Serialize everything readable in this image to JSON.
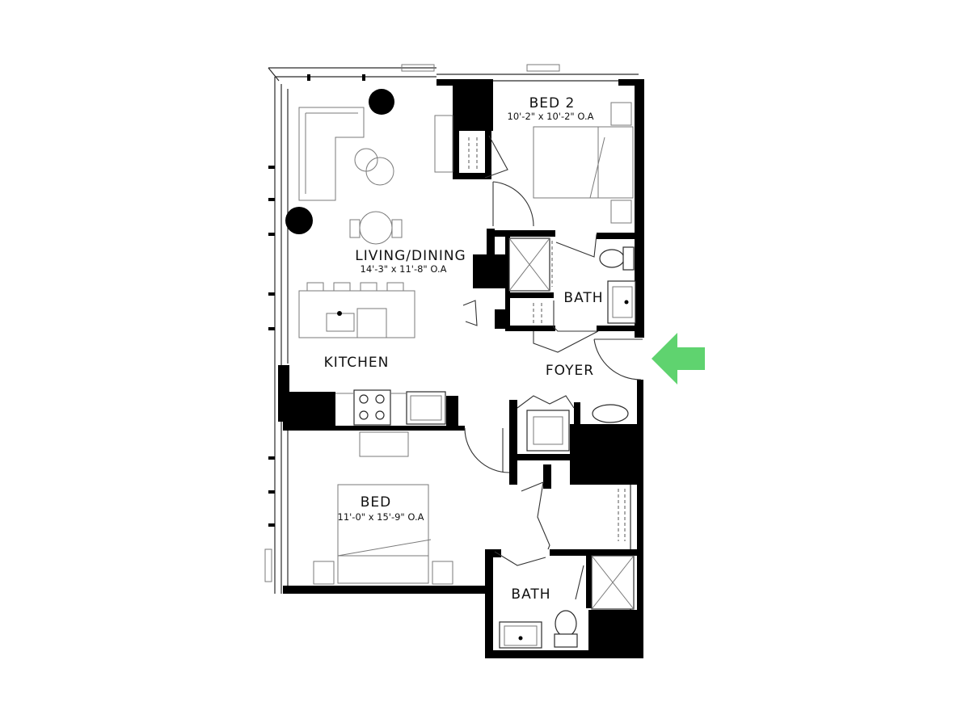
{
  "rooms": {
    "bed2": {
      "name": "BED 2",
      "dims": "10'-2\" x 10'-2\" O.A"
    },
    "living": {
      "name": "LIVING/DINING",
      "dims": "14'-3\" x 11'-8\" O.A"
    },
    "bath1": {
      "name": "BATH"
    },
    "kitchen": {
      "name": "KITCHEN"
    },
    "foyer": {
      "name": "FOYER"
    },
    "bed": {
      "name": "BED",
      "dims": "11'-0\" x 15'-9\" O.A"
    },
    "bath2": {
      "name": "BATH"
    }
  },
  "colors": {
    "walls": "#000000",
    "entry_arrow": "#5fd36f",
    "background": "#ffffff"
  },
  "icons": {
    "entry": "entry-arrow-icon"
  }
}
